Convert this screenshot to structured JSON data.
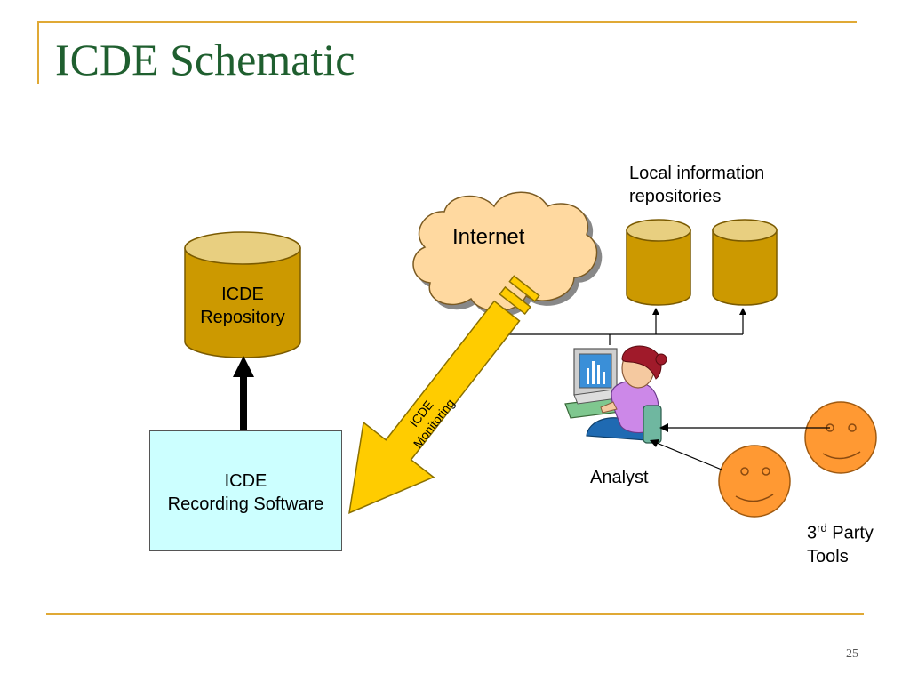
{
  "slide": {
    "title": "ICDE Schematic",
    "page_number": "25"
  },
  "diagram": {
    "repository_label_line1": "ICDE",
    "repository_label_line2": "Repository",
    "recording_label_line1": "ICDE",
    "recording_label_line2": "Recording Software",
    "internet_label": "Internet",
    "local_repos_line1": "Local information",
    "local_repos_line2": "repositories",
    "monitoring_line1": "ICDE",
    "monitoring_line2": "Monitoring",
    "analyst_label": "Analyst",
    "third_party_number": "3",
    "third_party_superscript": "rd",
    "third_party_word": "Party",
    "third_party_line2": "Tools"
  },
  "colors": {
    "title_green": "#1f5f2f",
    "rule_gold": "#e0a935",
    "cylinder_gold": "#cc9900",
    "cylinder_top": "#e8cf80",
    "recording_box_fill": "#ccffff",
    "monitoring_arrow_fill": "#ffcc00",
    "smiley_orange": "#ff9933"
  }
}
